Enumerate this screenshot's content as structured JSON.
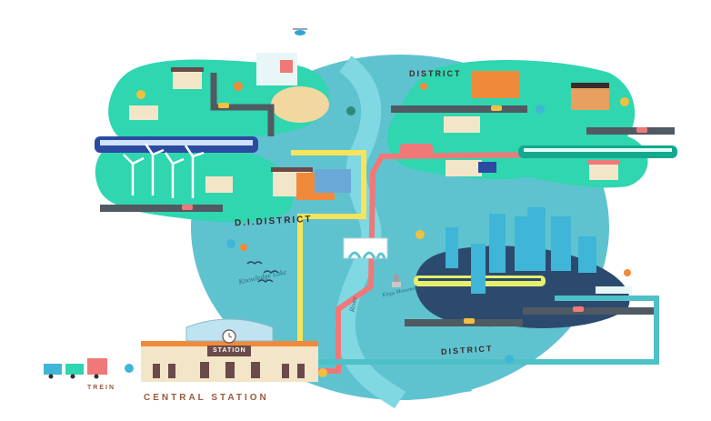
{
  "map": {
    "title": "",
    "district_north": "DISTRICT",
    "district_di": "D.I.DISTRICT",
    "district_south": "DISTRICT",
    "central_station": "CENTRAL STATION",
    "station_sign": "STATION",
    "train_label": "TREIN",
    "lake_label": "Knowledge Lake",
    "river_label": "River",
    "monument_label": "Kings Monument",
    "colors": {
      "water": "#5fc3cf",
      "green": "#2fd6b0",
      "green_dark": "#14a88f",
      "road": "#505a62",
      "line_yellow": "#f7e45a",
      "line_red": "#f07878",
      "line_teal": "#4fc0c6",
      "navy": "#2c4a6e",
      "orange": "#f08a3a",
      "label_brown": "#9a5a3a"
    },
    "icons": [
      "helicopter-icon",
      "train-icon",
      "windmill-icon",
      "tree-icon",
      "car-icon",
      "bird-icon",
      "clock-icon"
    ]
  }
}
